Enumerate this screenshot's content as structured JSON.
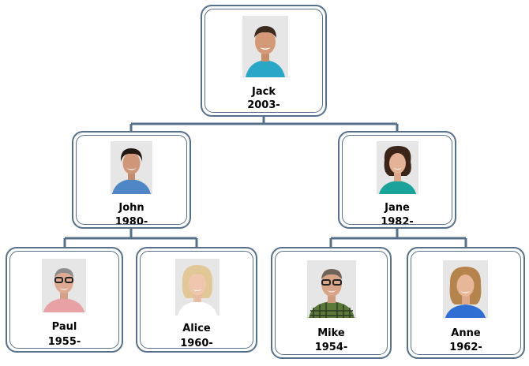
{
  "diagram": {
    "line_color": "#56708c",
    "people": {
      "jack": {
        "name": "Jack",
        "years": "2003-"
      },
      "john": {
        "name": "John",
        "years": "1980-"
      },
      "jane": {
        "name": "Jane",
        "years": "1982-"
      },
      "paul": {
        "name": "Paul",
        "years": "1955-"
      },
      "alice": {
        "name": "Alice",
        "years": "1960-"
      },
      "mike": {
        "name": "Mike",
        "years": "1954-"
      },
      "anne": {
        "name": "Anne",
        "years": "1962-"
      }
    },
    "photo_icon": "portrait-photo-icon"
  }
}
